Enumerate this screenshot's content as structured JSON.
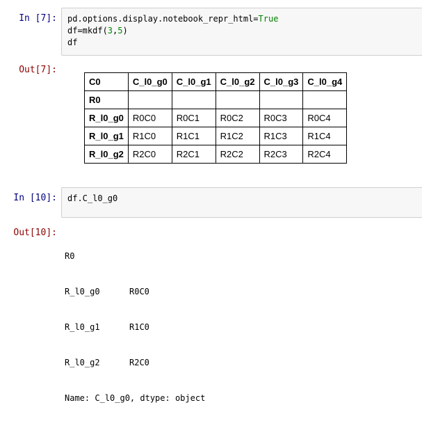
{
  "cell1": {
    "in_prompt": "In [7]:",
    "code": {
      "l1_plain": "pd.options.display.notebook_repr_html=",
      "l1_kw": "True",
      "l2_a": "df=mkdf(",
      "l2_n1": "3",
      "l2_comma": ",",
      "l2_n2": "5",
      "l2_close": ")",
      "l3": "df"
    },
    "out_prompt": "Out[7]:",
    "table": {
      "header": [
        "C0",
        "C_l0_g0",
        "C_l0_g1",
        "C_l0_g2",
        "C_l0_g3",
        "C_l0_g4"
      ],
      "index_name": "R0",
      "rows": [
        {
          "index": "R_l0_g0",
          "values": [
            "R0C0",
            "R0C1",
            "R0C2",
            "R0C3",
            "R0C4"
          ]
        },
        {
          "index": "R_l0_g1",
          "values": [
            "R1C0",
            "R1C1",
            "R1C2",
            "R1C3",
            "R1C4"
          ]
        },
        {
          "index": "R_l0_g2",
          "values": [
            "R2C0",
            "R2C1",
            "R2C2",
            "R2C3",
            "R2C4"
          ]
        }
      ]
    }
  },
  "cell2": {
    "in_prompt": "In [10]:",
    "code": {
      "l1": "df.C_l0_g0"
    },
    "out_prompt": "Out[10]:",
    "series_output": {
      "index_header": "R0",
      "rows": [
        {
          "index": "R_l0_g0",
          "value": "R0C0"
        },
        {
          "index": "R_l0_g1",
          "value": "R1C0"
        },
        {
          "index": "R_l0_g2",
          "value": "R2C0"
        }
      ],
      "footer": "Name: C_l0_g0, dtype: object"
    }
  },
  "colors": {
    "in_prompt": "#000080",
    "out_prompt": "#8b0000",
    "keyword": "#008000",
    "number": "#008800",
    "input_bg": "#f7f7f7",
    "input_border": "#cfcfcf",
    "table_border": "#000000"
  }
}
